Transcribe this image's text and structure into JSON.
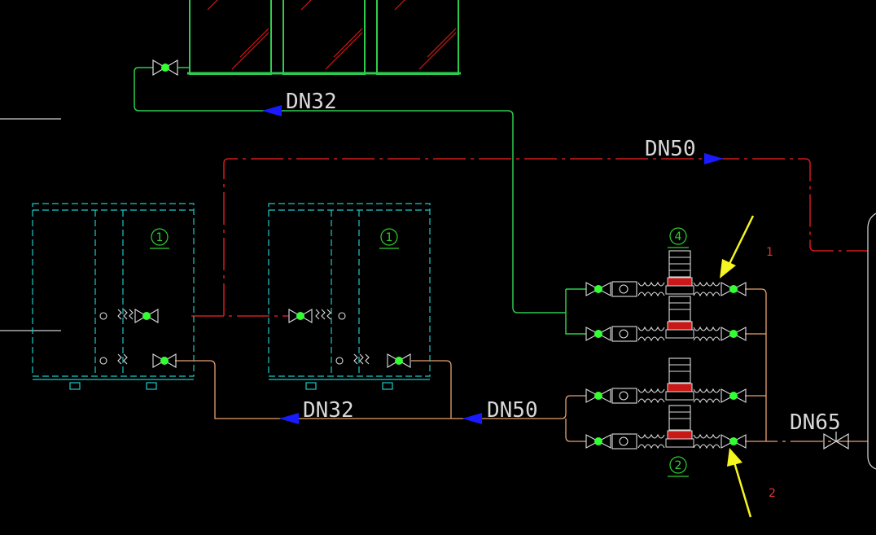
{
  "pipe_labels": {
    "green_supply_top": "DN32",
    "red_supply_top": "DN50",
    "return_left": "DN32",
    "return_mid": "DN50",
    "outlet_right": "DN65"
  },
  "unit_tags": {
    "chiller_1a": "1",
    "chiller_1b": "1",
    "pump_group_top": "4",
    "pump_group_bottom": "2"
  },
  "callouts": {
    "top": "1",
    "bottom": "2"
  },
  "colors": {
    "background": "#000000",
    "green_pipe": "#2ecc4e",
    "red_pipe": "#d11a1a",
    "return_pipe": "#e8a070",
    "cyan_equipment": "#1fc9c9",
    "flow_arrow": "#1a1aff",
    "arrow_callout": "#f5f520",
    "valve_dot": "#33ff33",
    "label_text": "#d8d8d8"
  }
}
